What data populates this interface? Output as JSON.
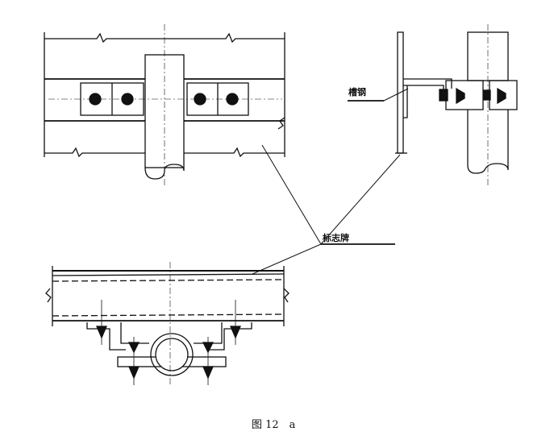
{
  "labels": {
    "channel_steel": "槽钢",
    "sign_plate": "标志牌"
  },
  "caption": "图 12　a",
  "colors": {
    "ink": "#111111",
    "paper": "#ffffff"
  }
}
